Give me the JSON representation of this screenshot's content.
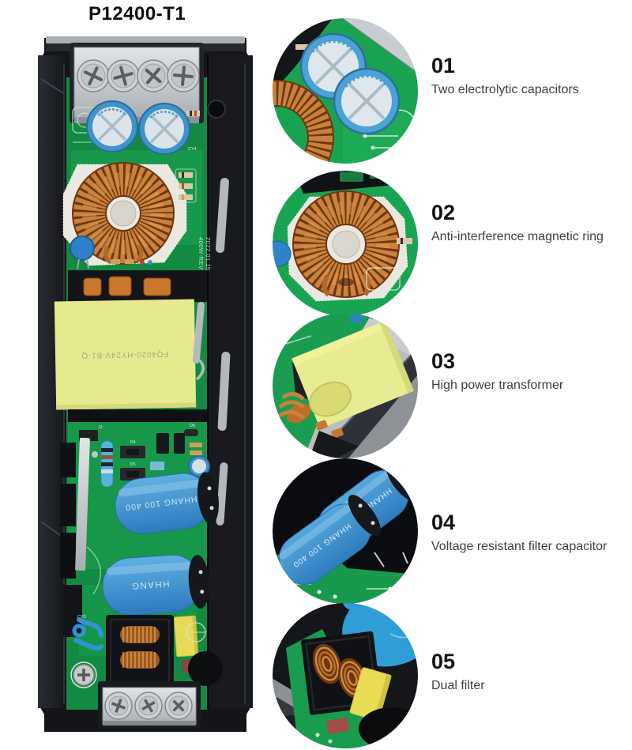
{
  "title": "P12400-T1",
  "board": {
    "silkscreen_vertical": [
      "400W-REV1",
      "2022.01.15"
    ],
    "transformer_label": "FQ4020-HY24V-B1-Q",
    "capacitor_text": "HHANG 100 400",
    "capacitor_brand": "HHANG",
    "refs": {
      "cy4": "CY4",
      "j1": "J1",
      "d4": "D4",
      "d5": "D5",
      "d6": "D6",
      "cy3": "CY3"
    }
  },
  "callouts": [
    {
      "number": "01",
      "label": "Two electrolytic capacitors"
    },
    {
      "number": "02",
      "label": "Anti-interference magnetic ring"
    },
    {
      "number": "03",
      "label": "High power transformer"
    },
    {
      "number": "04",
      "label": "Voltage resistant filter capacitor"
    },
    {
      "number": "05",
      "label": "Dual filter"
    }
  ],
  "colors": {
    "background": "#ffffff",
    "title_text": "#0e0e0e",
    "number_text": "#121212",
    "label_text": "#3e3e3e",
    "pcb_green": "#189a4c",
    "case_black": "#141519",
    "capacitor_blue": "#4498d4",
    "copper": "#c9823b",
    "transformer_yellow": "#e7e98f",
    "terminal_metal": "#ced2d5"
  }
}
